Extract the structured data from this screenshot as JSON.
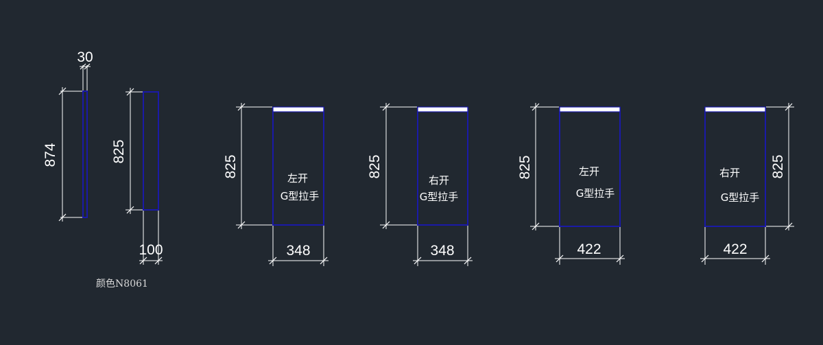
{
  "background_color": "#212830",
  "panel_color": "#1a1aa8",
  "side_views": {
    "thin": {
      "width_dim": "30",
      "height_dim": "874"
    },
    "thick": {
      "width_dim": "100",
      "height_dim": "825"
    },
    "caption": "颜色N8061"
  },
  "doors": [
    {
      "side": "左开",
      "handle": "G型拉手",
      "width_dim": "348",
      "height_dim": "825"
    },
    {
      "side": "右开",
      "handle": "G型拉手",
      "width_dim": "348",
      "height_dim": "825"
    },
    {
      "side": "左开",
      "handle": "G型拉手",
      "width_dim": "422",
      "height_dim": "825"
    },
    {
      "side": "右开",
      "handle": "G型拉手",
      "width_dim": "422",
      "height_dim": "825"
    }
  ]
}
